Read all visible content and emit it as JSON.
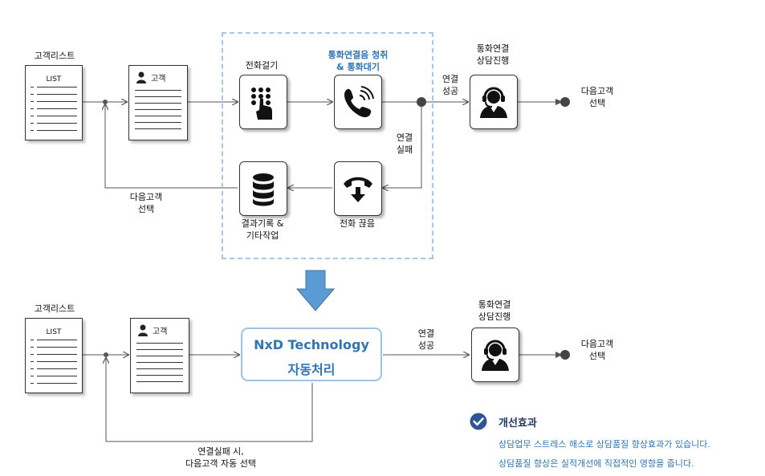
{
  "top": {
    "customer_list_title": "고객리스트",
    "list_label": "LIST",
    "customer_label": "고객",
    "dial_label": "전화걸기",
    "ringing_label_line1": "통화연결음 청취",
    "ringing_label_line2": "& 통화대기",
    "connect_success_line1": "연결",
    "connect_success_line2": "성공",
    "agent_label_line1": "통화연결",
    "agent_label_line2": "상담진행",
    "next_customer_line1": "다음고객",
    "next_customer_line2": "선택",
    "connect_fail_line1": "연결",
    "connect_fail_line2": "실패",
    "hangup_label": "전화 끊음",
    "record_label_line1": "결과기록 &",
    "record_label_line2": "기타작업",
    "loop_label_line1": "다음고객",
    "loop_label_line2": "선택"
  },
  "bottom": {
    "customer_list_title": "고객리스트",
    "list_label": "LIST",
    "customer_label": "고객",
    "auto_title": "NxD Technology",
    "auto_sub": "자동처리",
    "connect_success_line1": "연결",
    "connect_success_line2": "성공",
    "agent_label_line1": "통화연결",
    "agent_label_line2": "상담진행",
    "next_customer_line1": "다음고객",
    "next_customer_line2": "선택",
    "loop_label_line1": "연결실패 시,",
    "loop_label_line2": "다음고객 자동 선택"
  },
  "effect": {
    "title": "개선효과",
    "line1": "상담업무 스트레스 해소로 상담품질 향상효과가 있습니다.",
    "line2": "상담품질 향상은 실적개선에 직접적인 영향을 줍니다."
  },
  "colors": {
    "accent_blue": "#2e75b6",
    "dashed_border": "#a7c7e7",
    "arrow_fill": "#5b9bd5",
    "line": "#555555"
  },
  "icons": [
    "person-icon",
    "keypad-icon",
    "phone-ringing-icon",
    "headset-agent-icon",
    "hangup-icon",
    "database-icon",
    "check-circle-icon",
    "down-arrow-icon"
  ]
}
